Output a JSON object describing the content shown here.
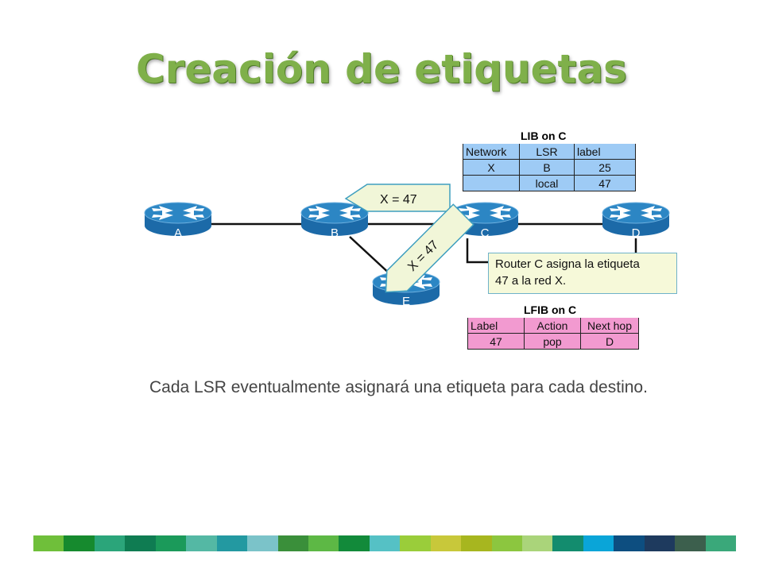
{
  "title": "Creación de etiquetas",
  "routers": [
    {
      "name": "A"
    },
    {
      "name": "B"
    },
    {
      "name": "C"
    },
    {
      "name": "D"
    },
    {
      "name": "E"
    }
  ],
  "label_b": "X = 47",
  "label_e": "X = 47",
  "lib": {
    "title": "LIB on C",
    "headers": [
      "Network",
      "LSR",
      "label"
    ],
    "rows": [
      [
        "X",
        "B",
        "25"
      ],
      [
        "",
        "local",
        "47"
      ]
    ]
  },
  "lfib": {
    "title": "LFIB on C",
    "headers": [
      "Label",
      "Action",
      "Next hop"
    ],
    "rows": [
      [
        "47",
        "pop",
        "D"
      ]
    ]
  },
  "callout": {
    "line1": "Router C asigna la etiqueta",
    "line2": "47 a la red X."
  },
  "body_text": "Cada LSR eventualmente asignará una etiqueta para cada destino.",
  "colors": {
    "title": "#7fb04a",
    "router_top": "#2c86c4",
    "router_side": "#1c6aa8",
    "lib_bg": "#9ecbf5",
    "lfib_bg": "#f29ad0",
    "callout_bg": "#f6f9d9",
    "label_bg": "#f1f6d8"
  },
  "footer_colors": [
    "#6fbf3a",
    "#168a2e",
    "#2ba57a",
    "#0f7c52",
    "#1b9a5a",
    "#54b8a4",
    "#2399a1",
    "#7bc3c9",
    "#3a8f3a",
    "#5db845",
    "#128a3a",
    "#55c1c5",
    "#9acd3a",
    "#c8c83a",
    "#a7b61f",
    "#8cc63f",
    "#aad47a",
    "#138c6e",
    "#0aa5d8",
    "#0d4e80",
    "#1e3a5e",
    "#3c5f4d",
    "#3aa87a"
  ]
}
